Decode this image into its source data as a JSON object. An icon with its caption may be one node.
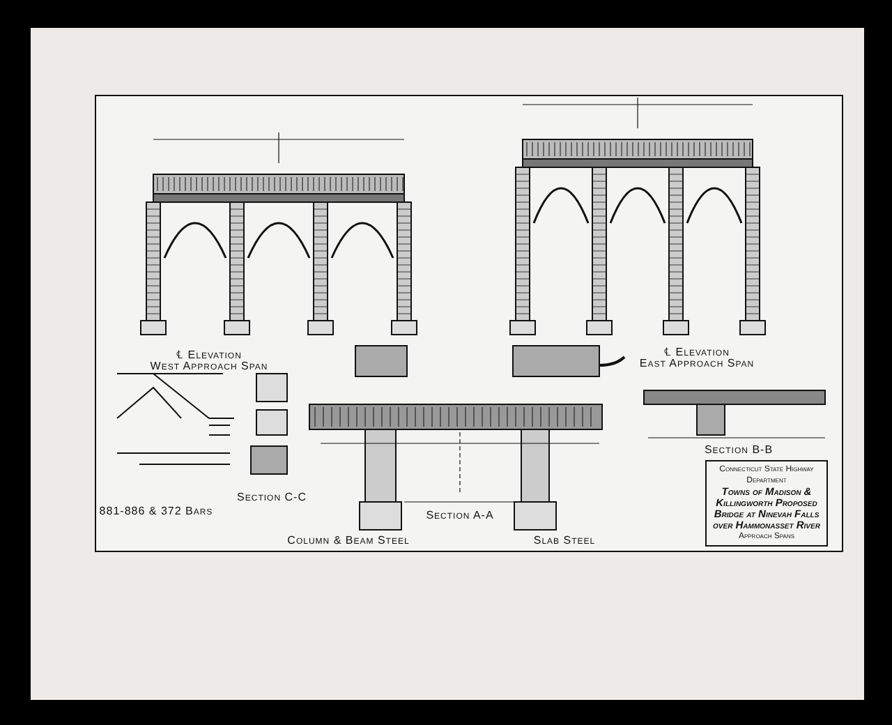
{
  "diagram": {
    "nodes": [
      {
        "text": [
          "Connecticut State Highway Department",
          "Towns of Madison & Killingworth Proposed Bridge at Ninevah Falls over Hammonasset River",
          "Approach Spans"
        ]
      }
    ],
    "labels": [
      "℄ Elevation",
      "West Approach Span",
      "℄ Elevation",
      "East Approach Span",
      "881-886 & 372 Bars",
      "Section C-C",
      "Section A-A",
      "Column & Beam Steel",
      "Slab Steel",
      "Section B-B"
    ]
  }
}
